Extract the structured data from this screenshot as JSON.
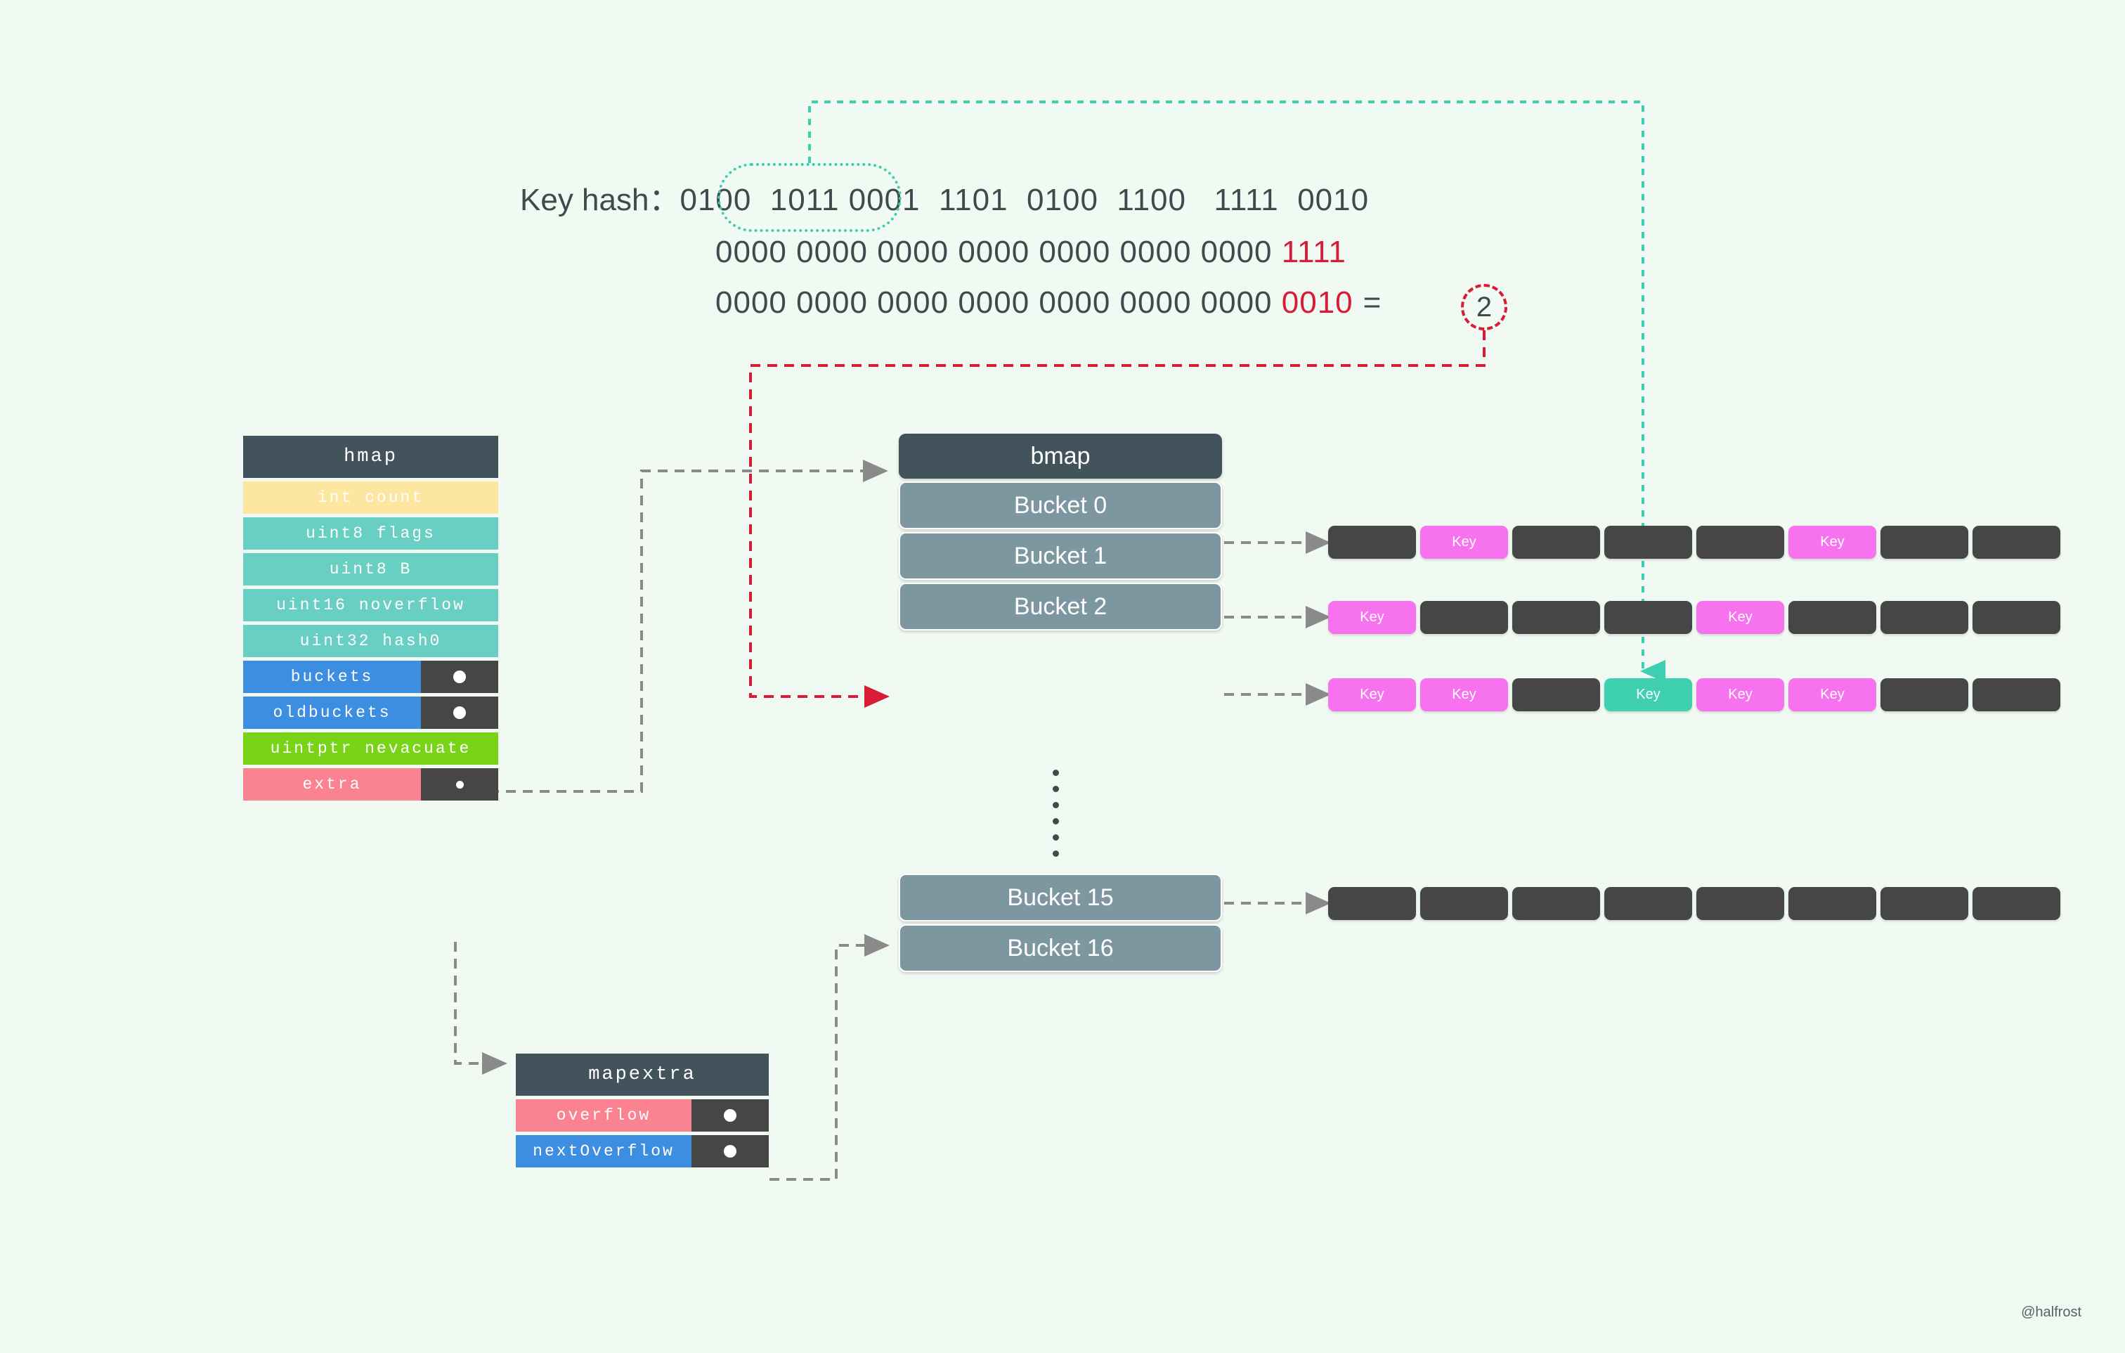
{
  "watermark": "@halfrost",
  "hash": {
    "label": "Key hash：",
    "row1_highlight": "0100  1011",
    "row1_rest": " 0001  1101  0100  1100   1111  0010",
    "row2_black": "0000 0000 0000 0000 0000 0000 0000 ",
    "row2_red": "1111",
    "row3_black": "0000 0000 0000 0000 0000 0000 0000 ",
    "row3_red": "0010",
    "equals": "=",
    "result": "2"
  },
  "hmap": {
    "title": "hmap",
    "fields": [
      {
        "name": "int count",
        "style": "f-yellow",
        "ptr": false
      },
      {
        "name": "uint8 flags",
        "style": "f-teal",
        "ptr": false
      },
      {
        "name": "uint8 B",
        "style": "f-teal",
        "ptr": false
      },
      {
        "name": "uint16 noverflow",
        "style": "f-teal",
        "ptr": false
      },
      {
        "name": "uint32 hash0",
        "style": "f-teal",
        "ptr": false
      },
      {
        "name": "buckets",
        "style": "f-blue",
        "ptr": true
      },
      {
        "name": "oldbuckets",
        "style": "f-blue",
        "ptr": true
      },
      {
        "name": "uintptr nevacuate",
        "style": "f-green",
        "ptr": false
      },
      {
        "name": "extra",
        "style": "f-pink",
        "ptr": true
      }
    ]
  },
  "mapextra": {
    "title": "mapextra",
    "fields": [
      {
        "name": "overflow",
        "style": "f-pink",
        "ptr": true
      },
      {
        "name": "nextOverflow",
        "style": "f-blue",
        "ptr": true
      }
    ]
  },
  "bmap": {
    "title": "bmap",
    "buckets_top": [
      "Bucket 0",
      "Bucket 1",
      "Bucket 2"
    ],
    "buckets_bottom": [
      "Bucket 15",
      "Bucket 16"
    ]
  },
  "cell_rows": [
    {
      "bucket": "Bucket 0",
      "cells": [
        "dark",
        "key-pink",
        "dark",
        "dark",
        "dark",
        "key-pink",
        "dark",
        "dark"
      ]
    },
    {
      "bucket": "Bucket 1",
      "cells": [
        "key-pink",
        "dark",
        "dark",
        "dark",
        "key-pink",
        "dark",
        "dark",
        "dark"
      ]
    },
    {
      "bucket": "Bucket 2",
      "cells": [
        "key-pink",
        "key-pink",
        "dark",
        "key-teal",
        "key-pink",
        "key-pink",
        "dark",
        "dark"
      ]
    },
    {
      "bucket": "Bucket 15",
      "cells": [
        "dark",
        "dark",
        "dark",
        "dark",
        "dark",
        "dark",
        "dark",
        "dark"
      ]
    }
  ],
  "cell_label": "Key",
  "colors": {
    "background": "#f1faf2",
    "header_dark": "#43535b",
    "bucket_gray": "#7d97a0",
    "cell_dark": "#464646",
    "cell_pink": "#f772ee",
    "cell_teal": "#3ed0b0",
    "accent_teal": "#3ecfb2",
    "accent_red": "#d81b36",
    "wire_gray": "#8a8a8a",
    "yellow": "#fce6a0",
    "teal": "#68cfc2",
    "blue": "#3d8ee0",
    "green": "#79d316",
    "pink": "#fb8391"
  }
}
